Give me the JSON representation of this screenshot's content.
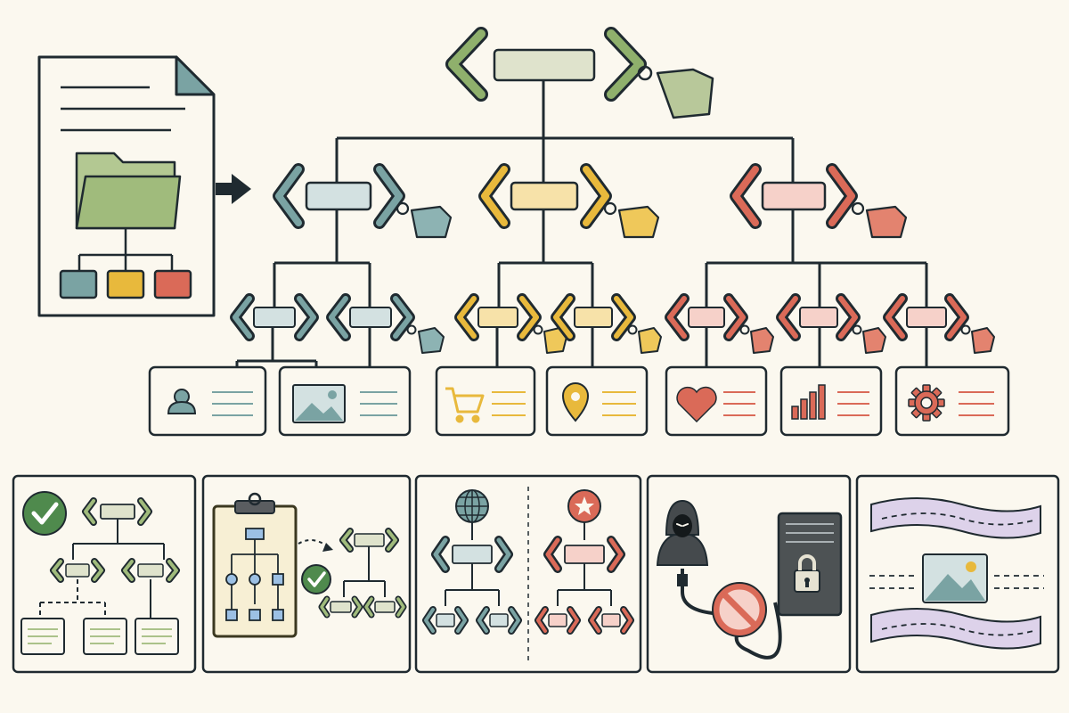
{
  "colors": {
    "background": "#fbf8ef",
    "ink": "#1f2a30",
    "green": "#7f9e5c",
    "green_light": "#dfe3cc",
    "teal": "#7aa3a3",
    "teal_light": "#d3e1e1",
    "yellow": "#e8b93c",
    "yellow_light": "#f7e2a9",
    "red": "#da6a58",
    "red_light": "#f6d1c9",
    "purple": "#ddd2ea",
    "blue": "#9cc0e4",
    "dark": "#4d5254"
  },
  "diagram": {
    "source_document": {
      "icons": [
        "folder-icon"
      ],
      "bars": [
        "teal",
        "yellow",
        "red"
      ]
    },
    "root_node": {
      "tag": "tag-icon"
    },
    "branches": [
      {
        "color": "teal",
        "children": [
          "user-icon",
          "image-icon"
        ]
      },
      {
        "color": "yellow",
        "children": [
          "shopping-cart-icon",
          "location-pin-icon"
        ]
      },
      {
        "color": "red",
        "children": [
          "heart-icon",
          "bar-chart-icon",
          "gear-icon"
        ]
      }
    ]
  },
  "panels": [
    {
      "id": "valid-structure",
      "icons": [
        "checkmark-icon"
      ]
    },
    {
      "id": "blueprint-to-markup",
      "icons": [
        "clipboard-icon",
        "checkmark-icon"
      ]
    },
    {
      "id": "two-trees",
      "icons": [
        "globe-icon",
        "star-icon"
      ]
    },
    {
      "id": "blocked-access",
      "icons": [
        "hooded-figure-icon",
        "no-entry-icon",
        "server-lock-icon"
      ]
    },
    {
      "id": "content-banners",
      "icons": [
        "image-icon"
      ]
    }
  ]
}
